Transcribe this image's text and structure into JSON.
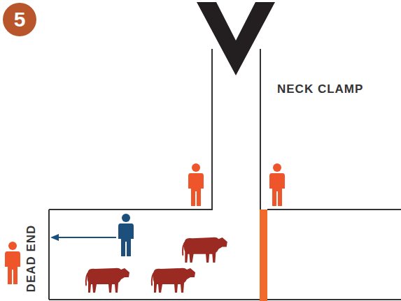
{
  "diagram": {
    "nodes": [
      {
        "text": [
          "5"
        ]
      }
    ],
    "labels": [
      "NECK CLAMP",
      "DEAD END"
    ]
  }
}
